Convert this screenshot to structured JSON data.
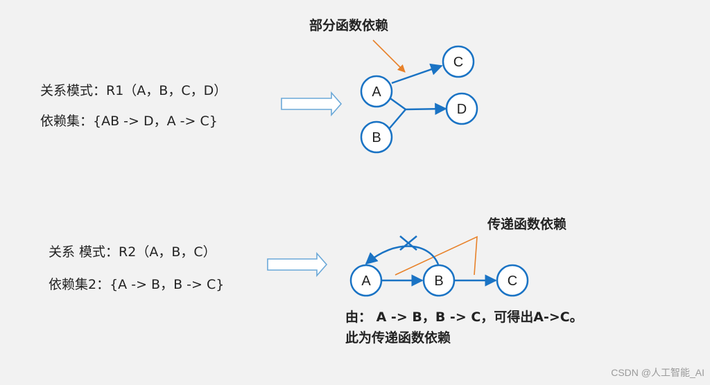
{
  "example1": {
    "schema_text": "关系模式：R1（A，B，C，D）",
    "deps_text": "依赖集：{AB -> D，A -> C}",
    "annotation": "部分函数依赖",
    "nodes": {
      "a": "A",
      "b": "B",
      "c": "C",
      "d": "D"
    }
  },
  "example2": {
    "schema_text": "关系 模式：R2（A，B，C）",
    "deps_text": "依赖集2：{A -> B，B -> C}",
    "annotation": "传递函数依赖",
    "nodes": {
      "a": "A",
      "b": "B",
      "c": "C"
    },
    "explanation_line1": "由： A -> B，B -> C，可得出A->C。",
    "explanation_line2": "此为传递函数依赖"
  },
  "watermark": "CSDN @人工智能_AI",
  "colors": {
    "edge": "#1a73c4",
    "annotation": "#e8822a",
    "hollow_arrow": "#6aa8d8"
  }
}
